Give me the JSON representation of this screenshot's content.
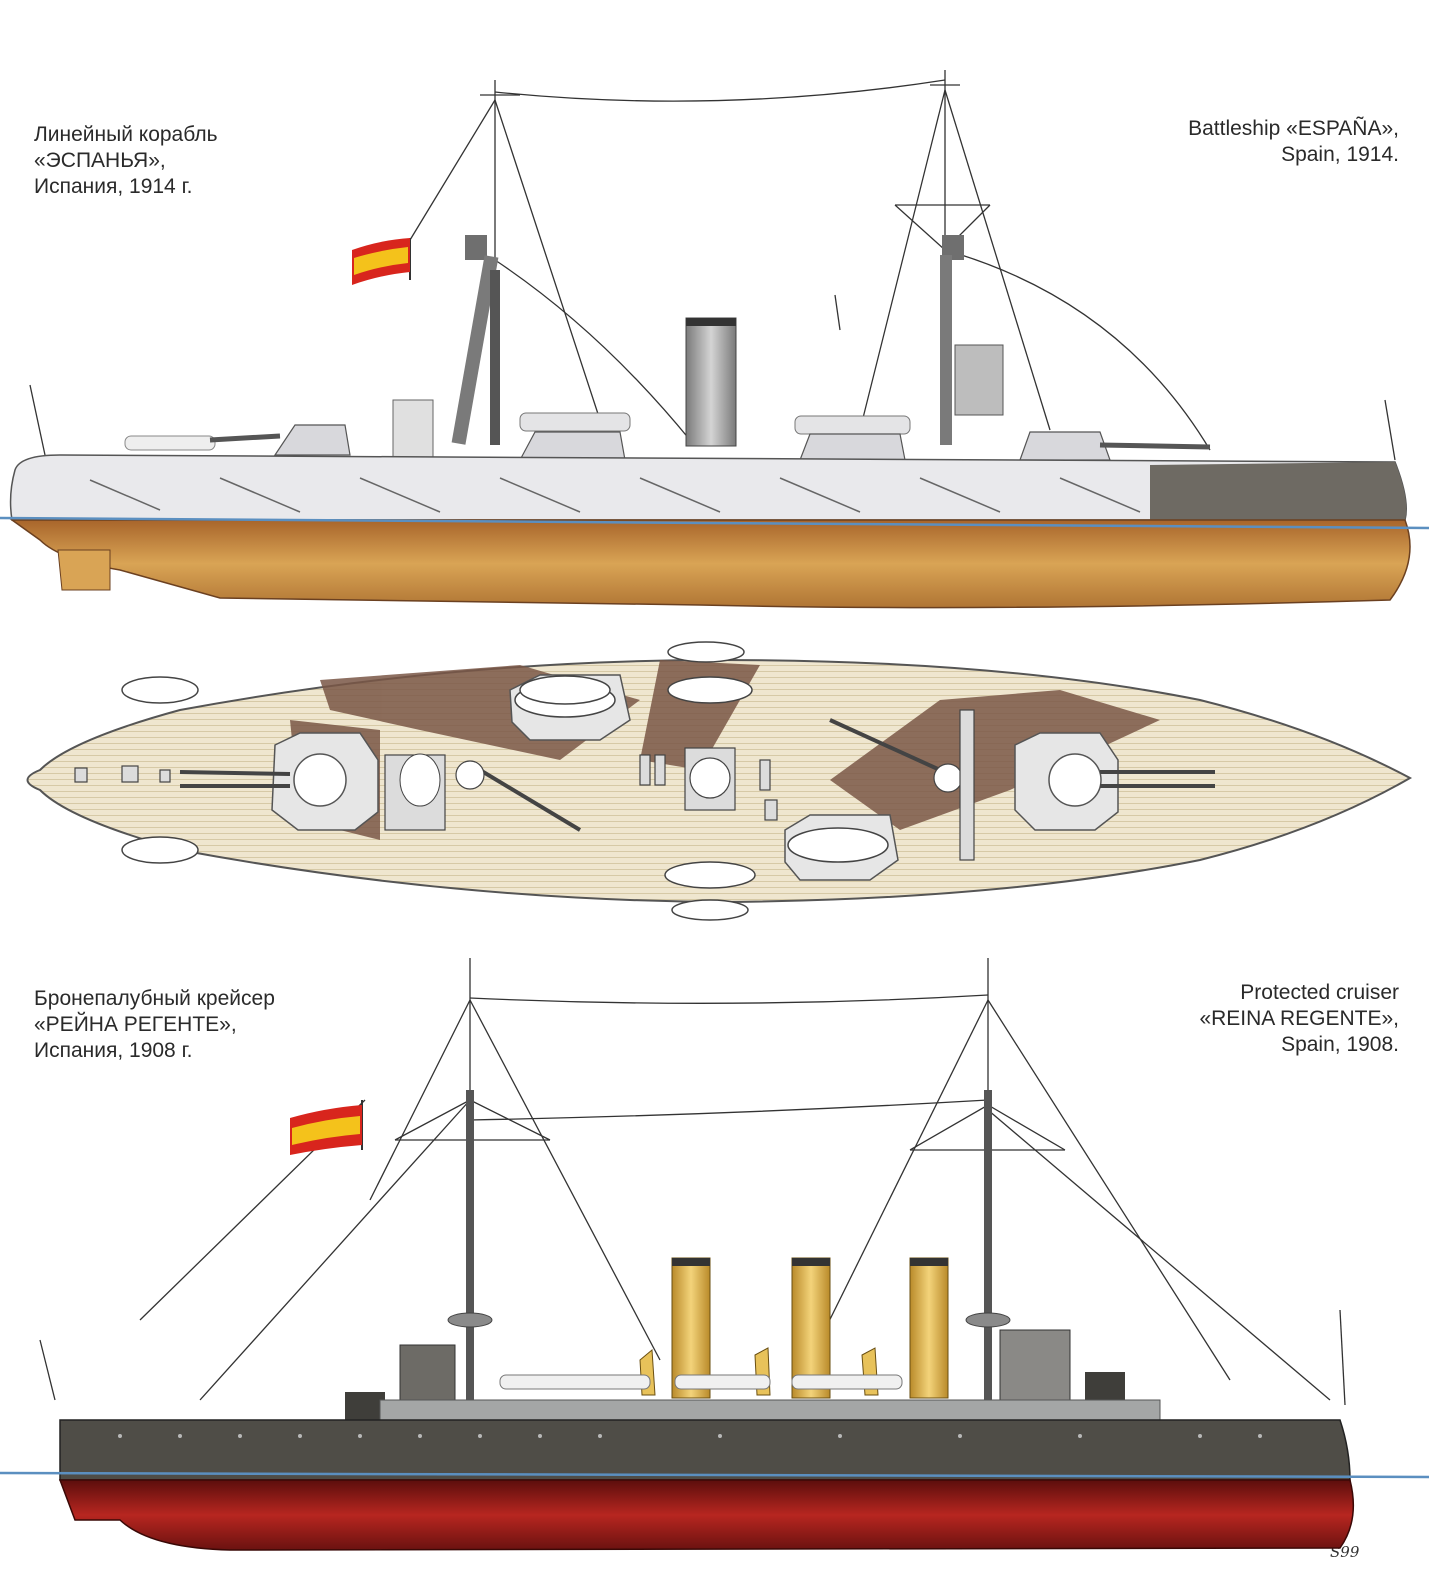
{
  "ships": [
    {
      "caption_ru": [
        "Линейный корабль",
        "«ЭСПАНЬЯ»,",
        "Испания, 1914 г."
      ],
      "caption_en": [
        "Battleship «ESPAÑA»,",
        "Spain, 1914."
      ],
      "colors": {
        "hull_above": "#e9e9ec",
        "hull_below": "#c9933f",
        "waterline": "#5b8fc0"
      }
    },
    {
      "caption_ru": [
        "Бронепалубный крейсер",
        "«РЕЙНА РЕГЕНТЕ»,",
        "Испания, 1908 г."
      ],
      "caption_en": [
        "Protected cruiser",
        "«REINA REGENTE»,",
        "Spain, 1908."
      ],
      "colors": {
        "hull_above": "#4f4d47",
        "hull_below": "#8f1a17",
        "funnels": "#e8c25a",
        "waterline": "#5b8fc0"
      }
    }
  ],
  "artist_signature": "S99",
  "deck_colors": {
    "planking": "#efe6cf",
    "shadow": "#7a5746"
  },
  "flag_colors": {
    "red": "#d8251d",
    "yellow": "#f4c21b"
  }
}
